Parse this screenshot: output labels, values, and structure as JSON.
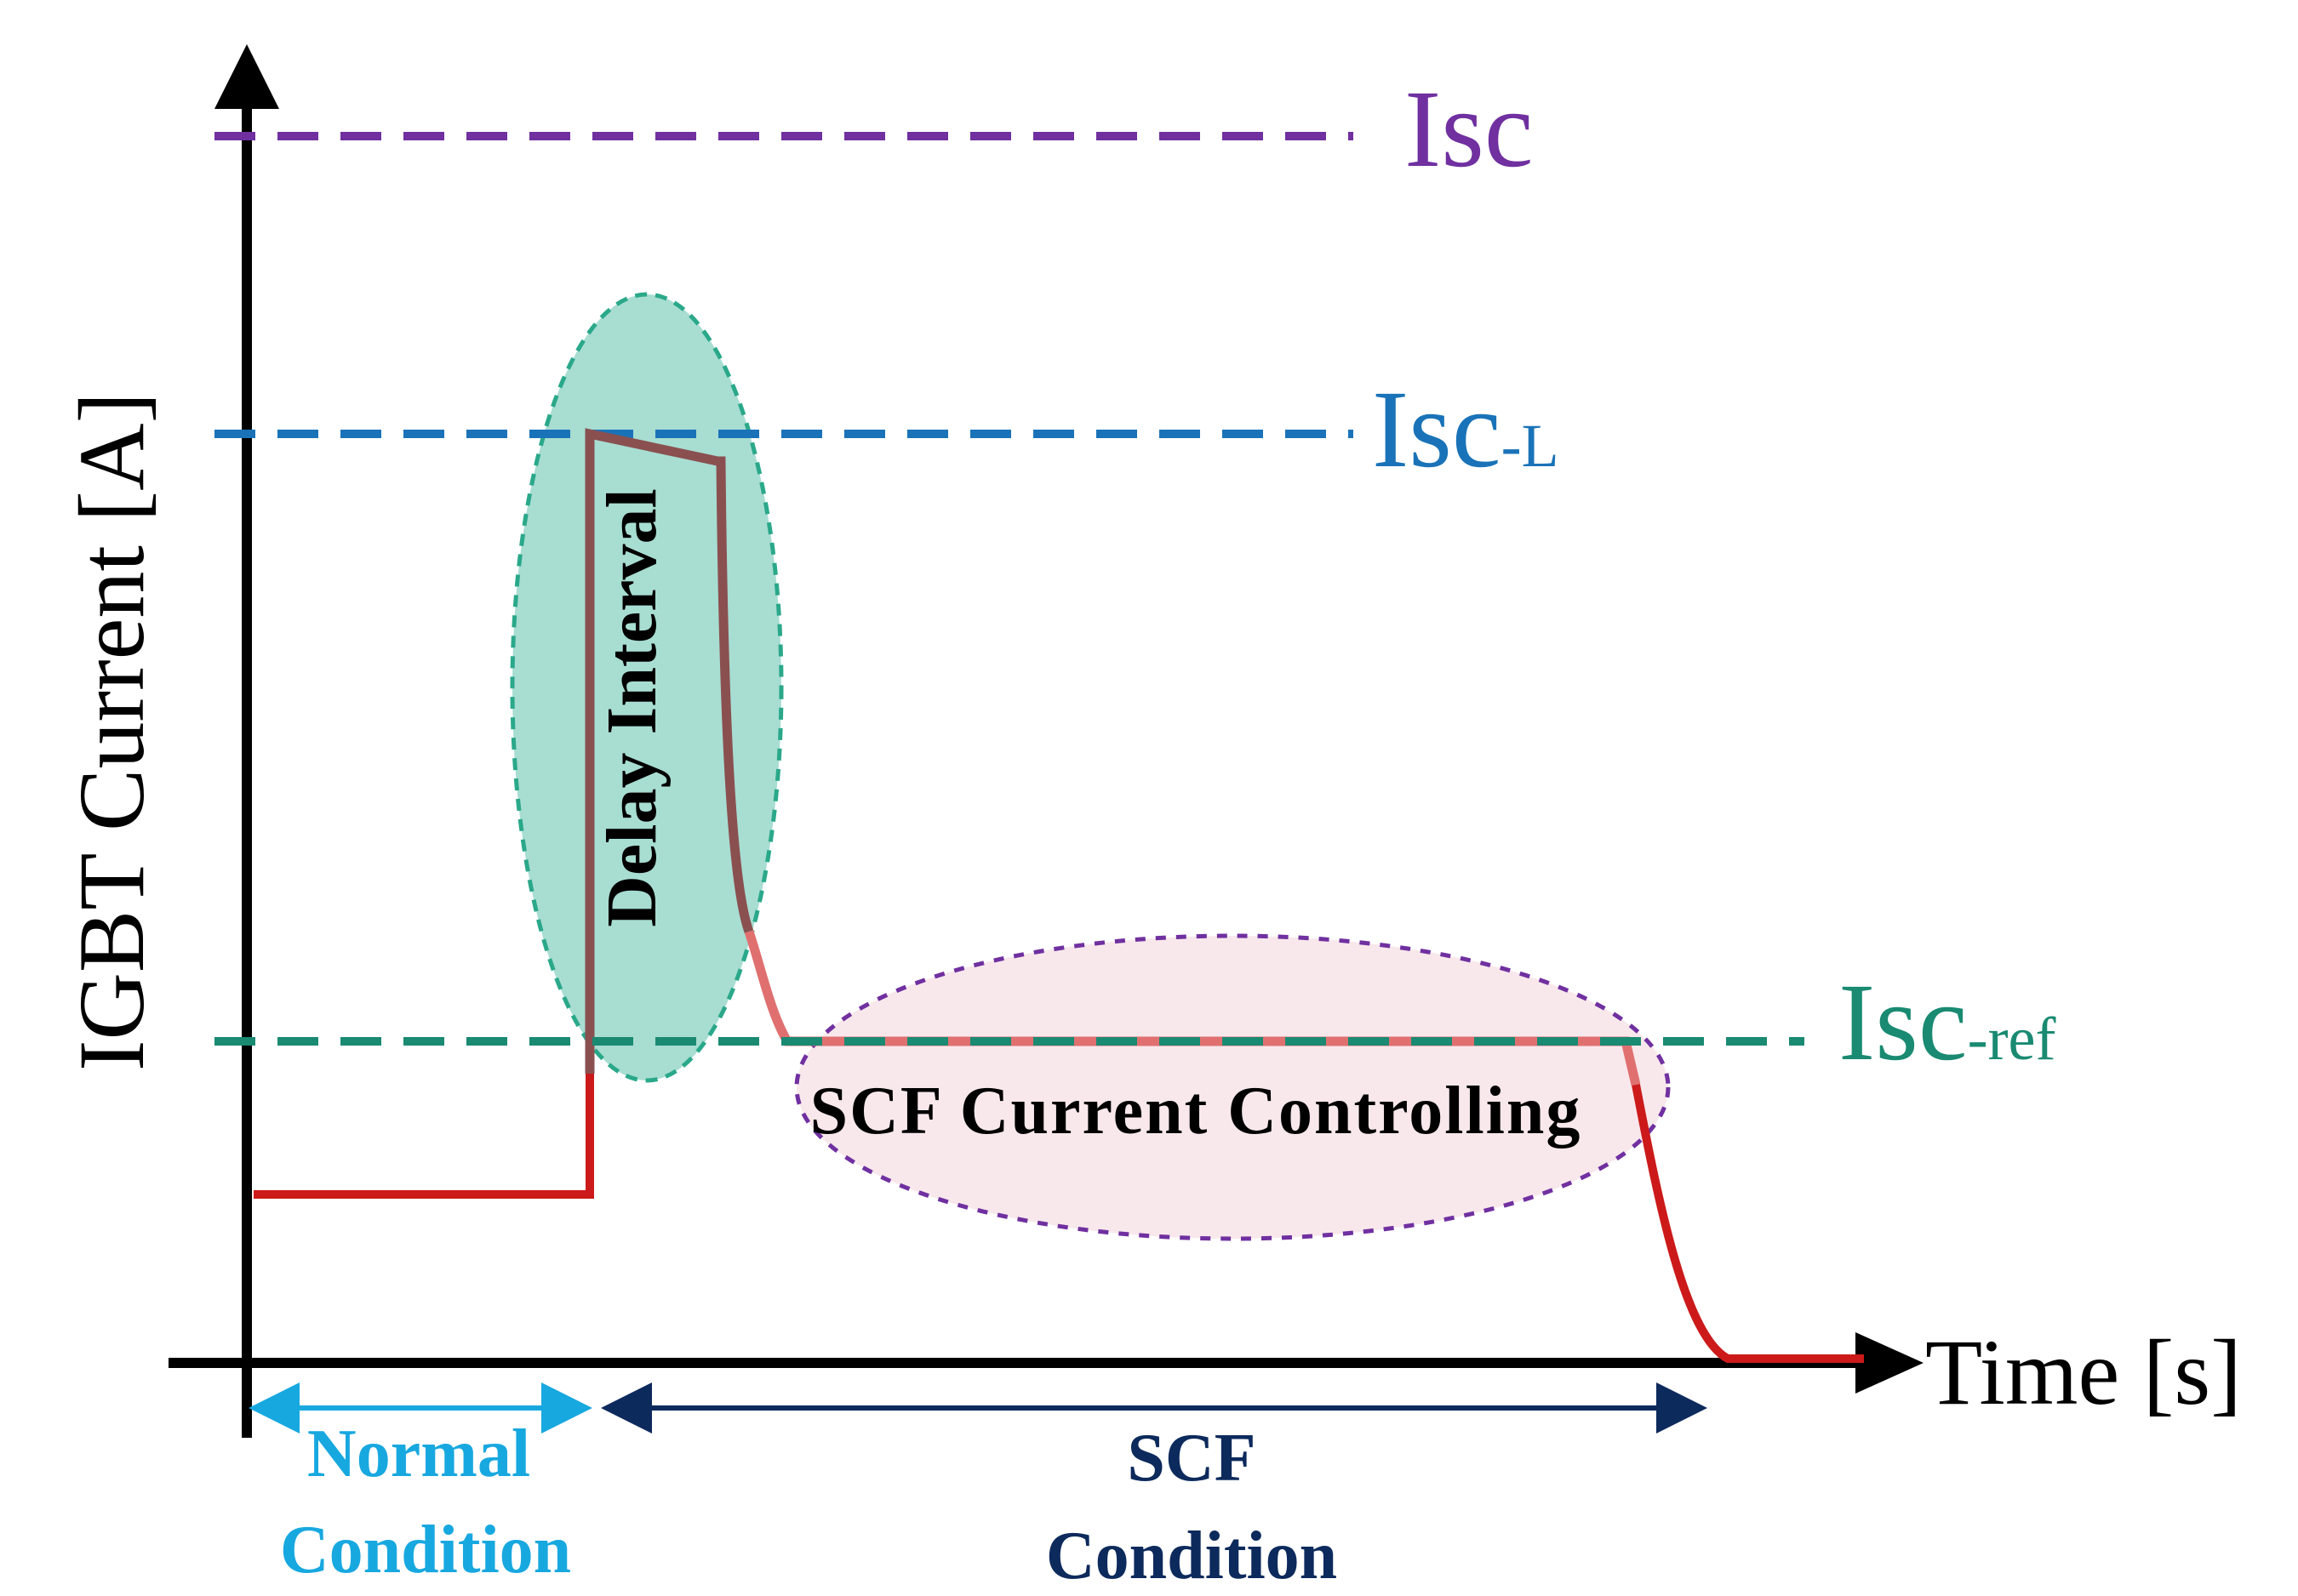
{
  "axes": {
    "y_label": "IGBT Current [A]",
    "x_label": "Time [s]"
  },
  "levels": {
    "isc": {
      "main": "Isc",
      "sub": ""
    },
    "isc_l": {
      "main": "Isc",
      "sub": "-L"
    },
    "isc_ref": {
      "main": "Isc",
      "sub": "-ref"
    }
  },
  "annotations": {
    "delay_interval": "Delay Interval",
    "scf_controlling": "SCF Current Controlling"
  },
  "periods": {
    "normal_line1": "Normal",
    "normal_line2": "Condition",
    "scf_line1": "SCF",
    "scf_line2": "Condition"
  },
  "colors": {
    "isc": "#7030a0",
    "isc_l": "#1a73b8",
    "isc_ref": "#1a8a72",
    "current": "#cc1a1a",
    "delay_fill": "#a8ddd2",
    "delay_border": "#2aa88a",
    "scf_fill": "#f8e8ec",
    "scf_border": "#7030a0",
    "normal_text": "#18a8e0",
    "scf_text": "#0d2a5c"
  }
}
